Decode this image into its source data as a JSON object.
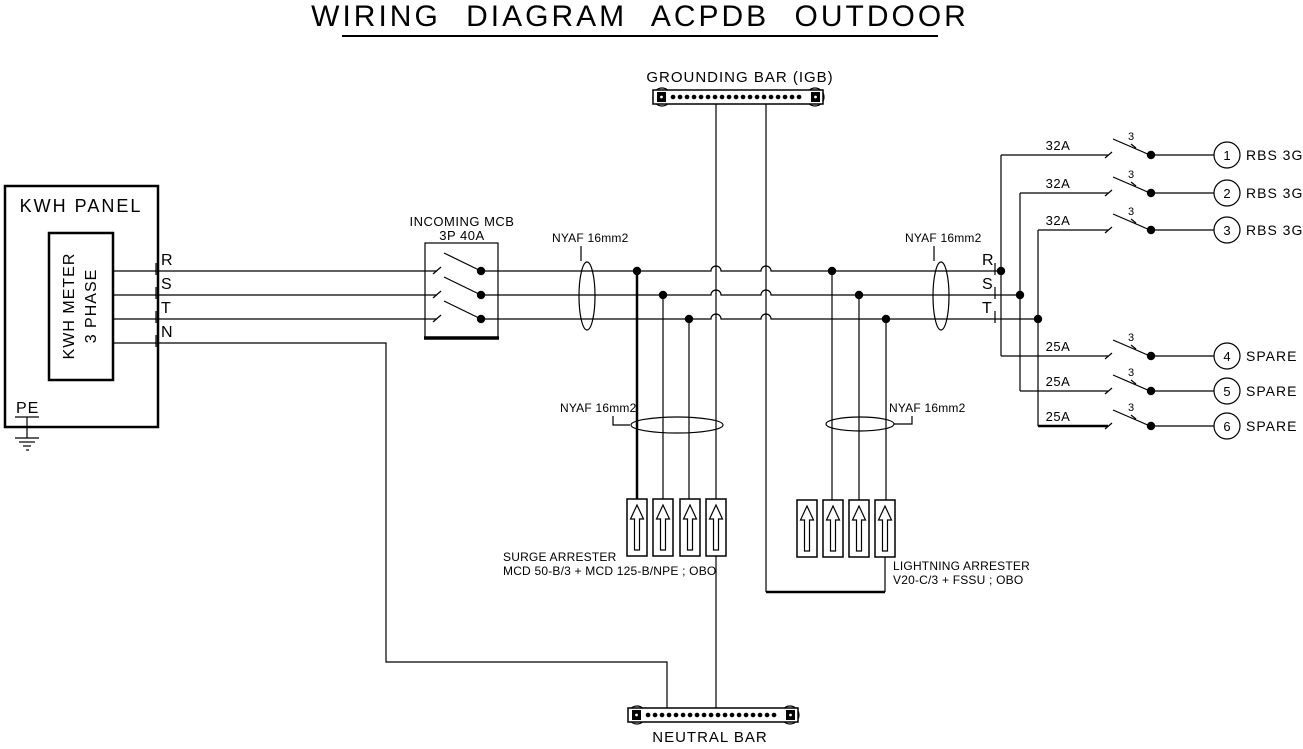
{
  "title": "WIRING DIAGRAM ACPDB OUTDOOR",
  "kwh_panel": {
    "label": "KWH PANEL",
    "meter_label": "KWH METER",
    "meter_phase": "3 PHASE",
    "pe_label": "PE"
  },
  "phases": {
    "r": "R",
    "s": "S",
    "t": "T",
    "n": "N"
  },
  "incoming_mcb": {
    "label": "INCOMING MCB",
    "rating": "3P 40A"
  },
  "grounding_bar": {
    "label": "GROUNDING BAR (IGB)"
  },
  "neutral_bar": {
    "label": "NEUTRAL BAR"
  },
  "cable_labels": {
    "incoming": "NYAF 16mm2",
    "outgoing": "NYAF 16mm2",
    "surge": "NYAF 16mm2",
    "lightning": "NYAF 16mm2"
  },
  "surge_arrester": {
    "name": "SURGE ARRESTER",
    "model": "MCD 50-B/3 + MCD 125-B/NPE ; OBO"
  },
  "lightning_arrester": {
    "name": "LIGHTNING ARRESTER",
    "model": "V20-C/3 + FSSU ; OBO"
  },
  "circuits": [
    {
      "rating": "32A",
      "poles": "3",
      "number": "1",
      "label": "RBS 3G"
    },
    {
      "rating": "32A",
      "poles": "3",
      "number": "2",
      "label": "RBS 3G"
    },
    {
      "rating": "32A",
      "poles": "3",
      "number": "3",
      "label": "RBS 3G"
    },
    {
      "rating": "25A",
      "poles": "3",
      "number": "4",
      "label": "SPARE"
    },
    {
      "rating": "25A",
      "poles": "3",
      "number": "5",
      "label": "SPARE"
    },
    {
      "rating": "25A",
      "poles": "3",
      "number": "6",
      "label": "SPARE"
    }
  ]
}
